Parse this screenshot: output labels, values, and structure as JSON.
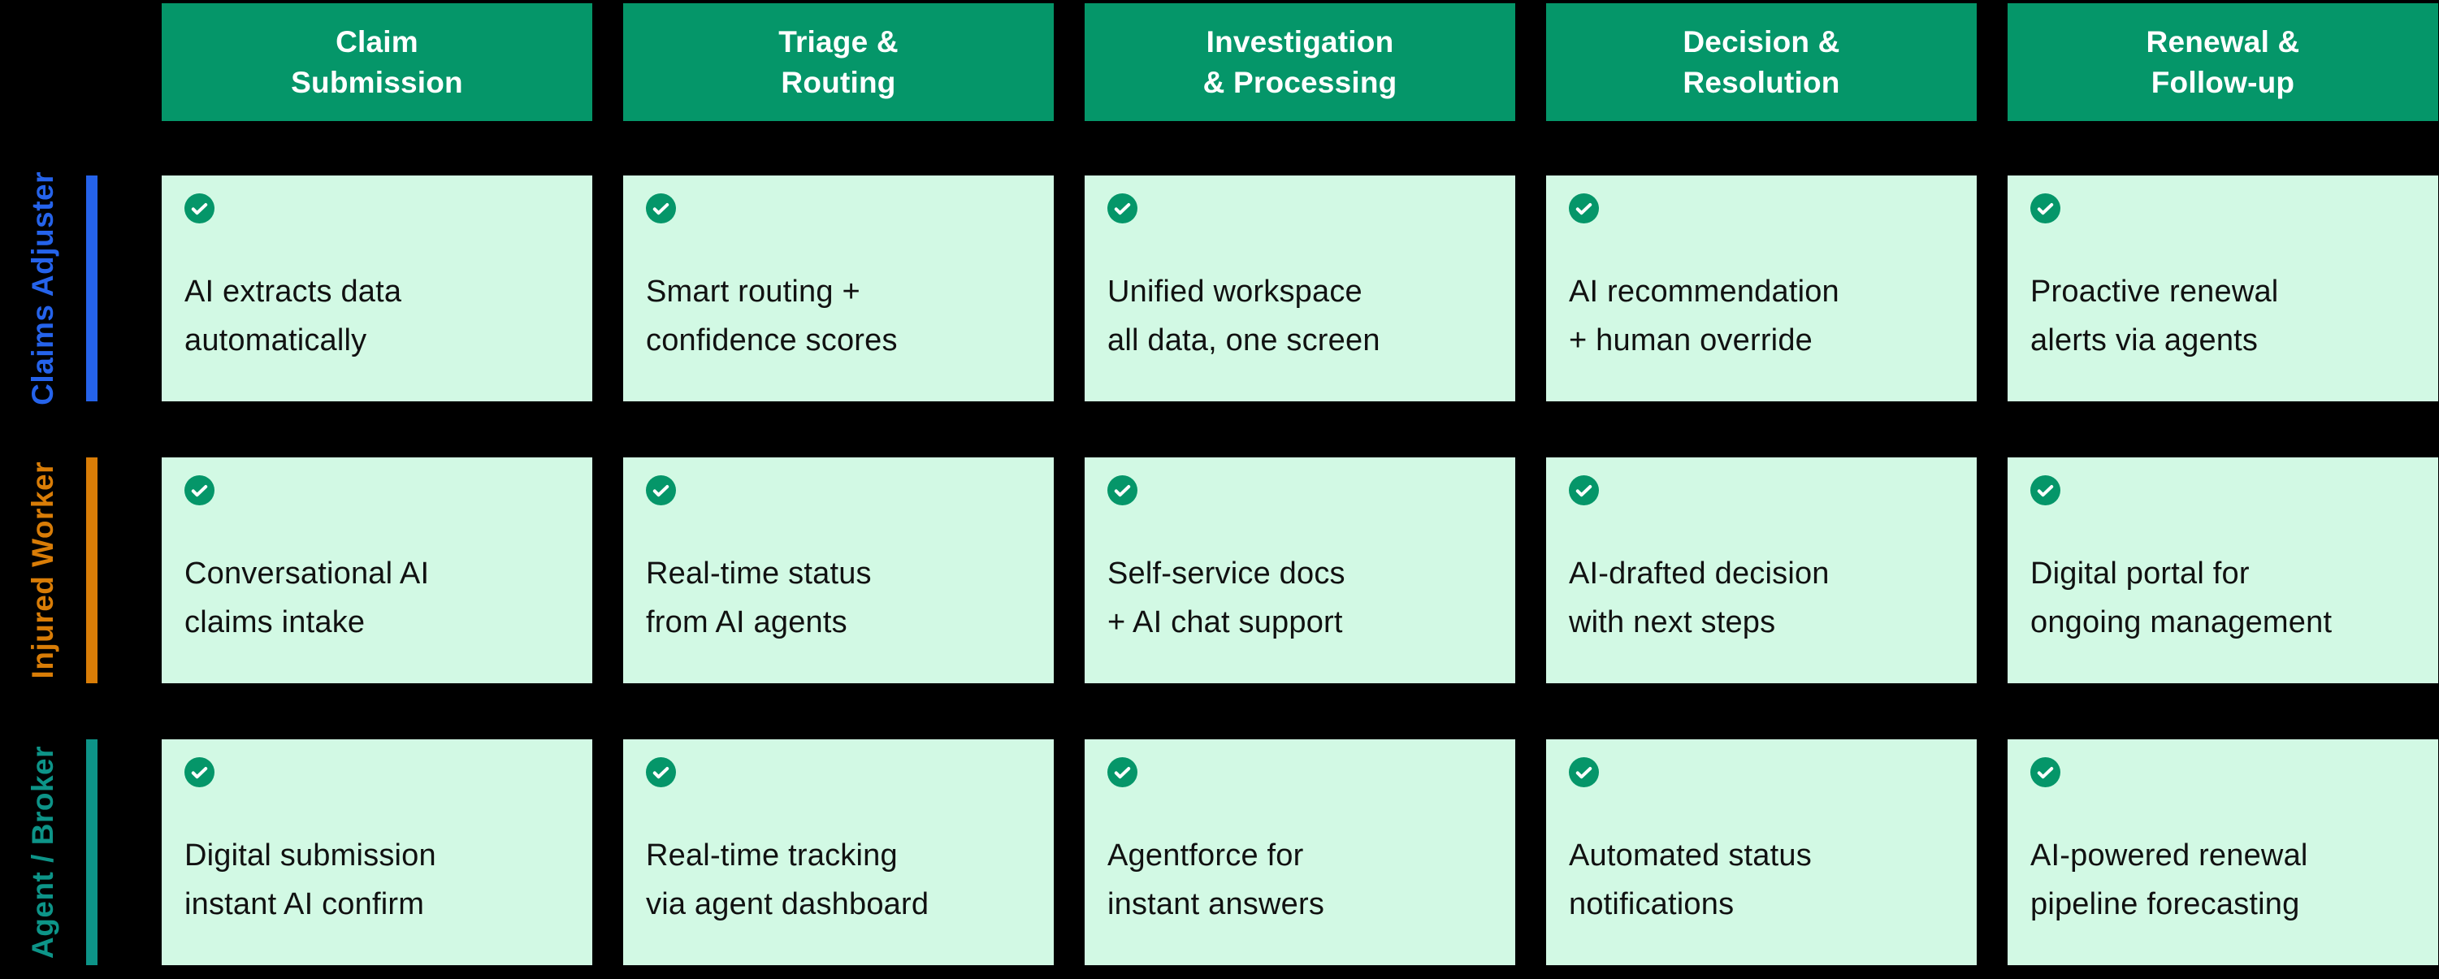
{
  "matrix": {
    "columns": [
      {
        "label": "Claim\nSubmission"
      },
      {
        "label": "Triage &\nRouting"
      },
      {
        "label": "Investigation\n& Processing"
      },
      {
        "label": "Decision &\nResolution"
      },
      {
        "label": "Renewal &\nFollow-up"
      }
    ],
    "rows": [
      {
        "label": "Claims Adjuster",
        "color": "#2563EB",
        "cells": [
          "AI extracts data\nautomatically",
          "Smart routing +\nconfidence scores",
          "Unified workspace\nall data, one screen",
          "AI recommendation\n+ human override",
          "Proactive renewal\nalerts via agents"
        ]
      },
      {
        "label": "Injured Worker",
        "color": "#D97D07",
        "cells": [
          "Conversational AI\nclaims intake",
          "Real-time status\nfrom AI agents",
          "Self-service docs\n+ AI chat support",
          "AI-drafted decision\nwith next steps",
          "Digital portal for\nongoing management"
        ]
      },
      {
        "label": "Agent / Broker",
        "color": "#0D9488",
        "cells": [
          "Digital submission\ninstant AI confirm",
          "Real-time tracking\nvia agent dashboard",
          "Agentforce for\ninstant answers",
          "Automated status\nnotifications",
          "AI-powered renewal\npipeline forecasting"
        ]
      }
    ],
    "colors": {
      "background": "#000000",
      "header_bg": "#059669",
      "header_text": "#FFFFFF",
      "cell_bg": "#D2F9E4",
      "cell_text": "#111111",
      "check_icon": "#059669",
      "check_mark": "#FFFFFF"
    }
  }
}
